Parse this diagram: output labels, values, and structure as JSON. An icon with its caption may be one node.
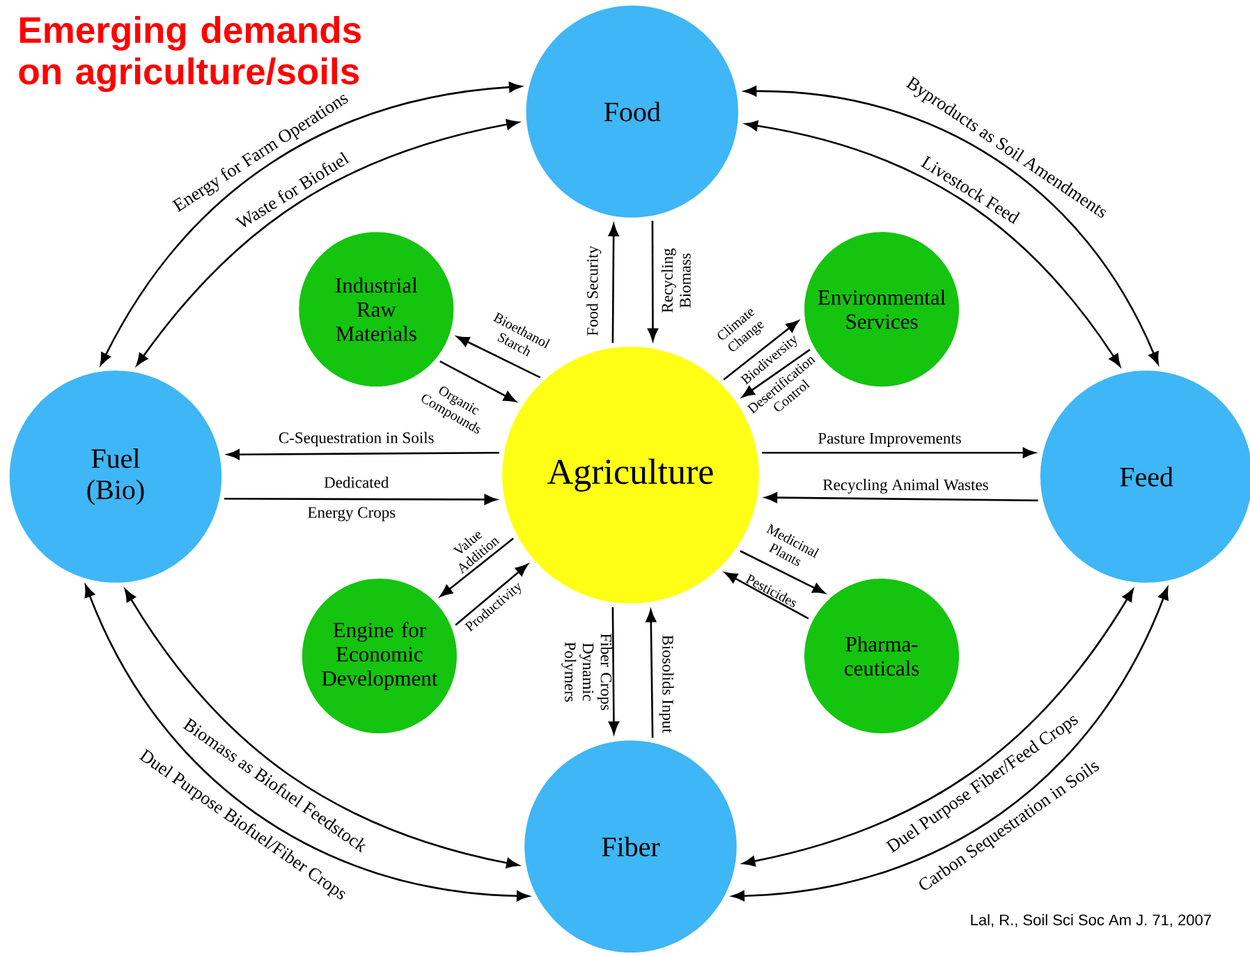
{
  "diagram": {
    "title": "Emerging demands on agriculture/soils",
    "nodes": [
      {
        "text": [
          "Food"
        ]
      },
      {
        "text": [
          "Industrial Raw Materials"
        ]
      },
      {
        "text": [
          "Environmental Services"
        ]
      },
      {
        "text": [
          "Fuel (Bio)"
        ]
      },
      {
        "text": [
          "Agriculture"
        ]
      },
      {
        "text": [
          "Feed"
        ]
      },
      {
        "text": [
          "Engine for Economic Development"
        ]
      },
      {
        "text": [
          "Pharma- ceuticals"
        ]
      },
      {
        "text": [
          "Fiber"
        ]
      }
    ],
    "edges": [
      {
        "from": 0,
        "to": 3,
        "arrow": "both",
        "label": "Energy for Farm Operations"
      },
      {
        "from": 0,
        "to": 3,
        "arrow": "both",
        "label": "Waste for Biofuel"
      },
      {
        "from": 0,
        "to": 5,
        "arrow": "both",
        "label": "Byproducts as Soil Amendments"
      },
      {
        "from": 0,
        "to": 5,
        "arrow": "both",
        "label": "Livestock Feed"
      },
      {
        "from": 3,
        "to": 8,
        "arrow": "both",
        "label": "Biomass as Biofuel Feedstock"
      },
      {
        "from": 3,
        "to": 8,
        "arrow": "both",
        "label": "Duel Purpose Biofuel/Fiber Crops"
      },
      {
        "from": 8,
        "to": 5,
        "arrow": "both",
        "label": "Duel Purpose Fiber/Feed Crops"
      },
      {
        "from": 8,
        "to": 5,
        "arrow": "both",
        "label": "Carbon Sequestration in Soils"
      },
      {
        "from": 4,
        "to": 0,
        "arrow": "to",
        "label": "Food Security"
      },
      {
        "from": 0,
        "to": 4,
        "arrow": "to",
        "label": "Recycling Biomass"
      },
      {
        "from": 4,
        "to": 1,
        "arrow": "to",
        "label": "Bioethanol Starch"
      },
      {
        "from": 1,
        "to": 4,
        "arrow": "to",
        "label": "Organic Compounds"
      },
      {
        "from": 4,
        "to": 2,
        "arrow": "to",
        "label": "Climate Change"
      },
      {
        "from": 2,
        "to": 4,
        "arrow": "to",
        "label": "Desertification Control"
      },
      {
        "from": 4,
        "to": 5,
        "arrow": "to",
        "label": "Pasture Improvements"
      },
      {
        "from": 5,
        "to": 4,
        "arrow": "to",
        "label": "Recycling Animal Wastes"
      },
      {
        "from": 4,
        "to": 3,
        "arrow": "to",
        "label": "C-Sequestration in Soils"
      },
      {
        "from": 3,
        "to": 4,
        "arrow": "to",
        "label": "Dedicated"
      },
      {
        "from": 4,
        "to": 6,
        "arrow": "to",
        "label": "Value Addition"
      },
      {
        "from": 6,
        "to": 4,
        "arrow": "to",
        "label": "Productivity"
      },
      {
        "from": 4,
        "to": 7,
        "arrow": "to",
        "label": "Medicinal Plants"
      },
      {
        "from": 7,
        "to": 4,
        "arrow": "to",
        "label": "Pesticides"
      },
      {
        "from": 4,
        "to": 8,
        "arrow": "to",
        "label": "Fiber Crops Dynamic Polymers"
      },
      {
        "from": 8,
        "to": 4,
        "arrow": "to",
        "label": "Biosolids Input"
      }
    ],
    "labels": [
      "Biodiversity",
      "Energy Crops",
      "Lal, R., Soil Sci Soc Am J. 71, 2007"
    ]
  }
}
